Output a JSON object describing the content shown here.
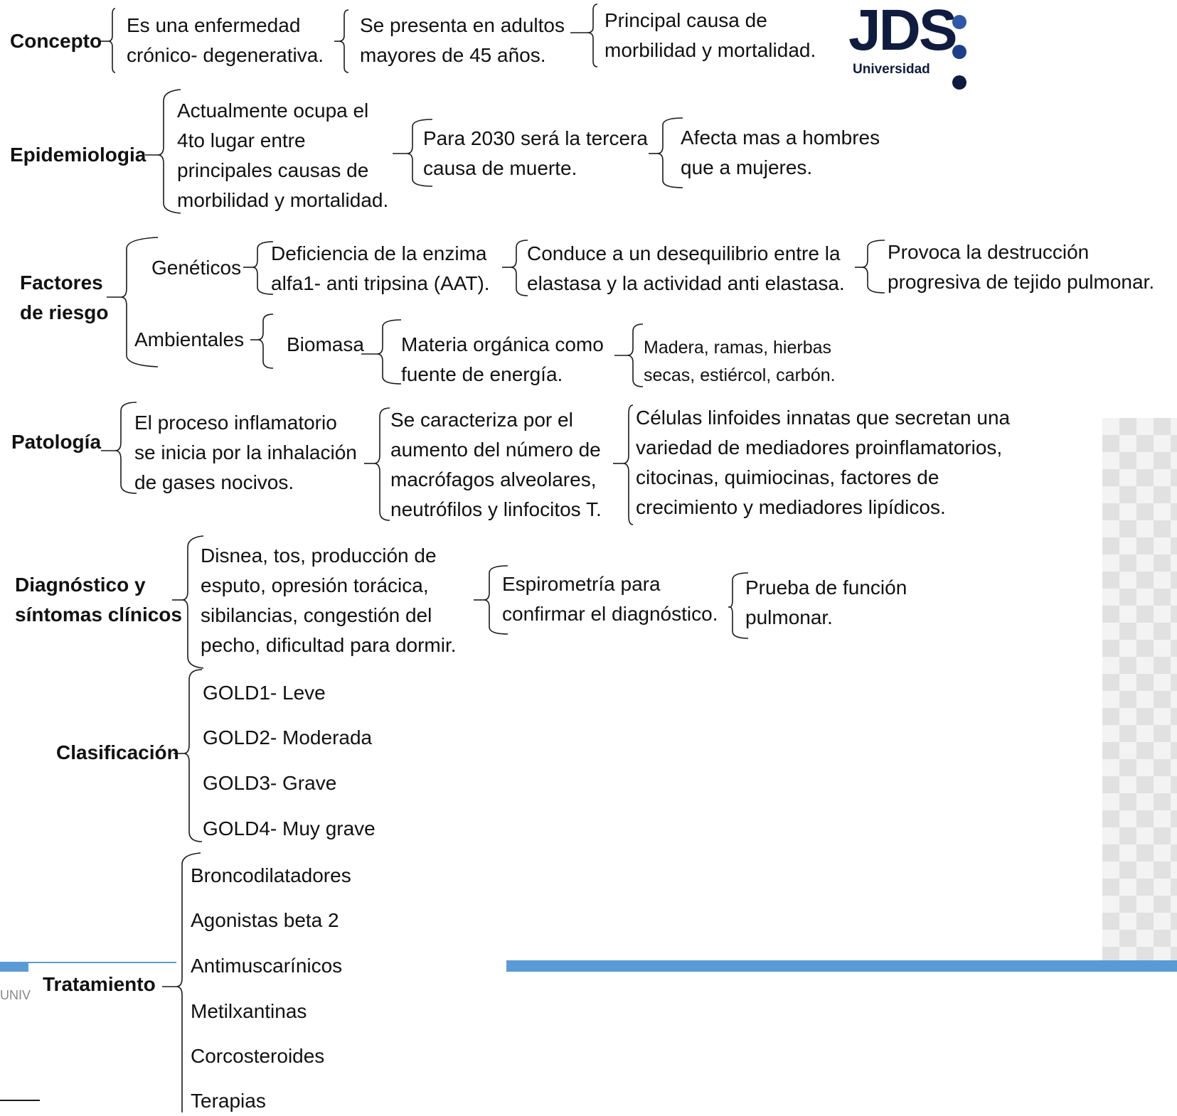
{
  "logo": {
    "text": "JDS",
    "subtitle": "Universidad",
    "dot_colors": [
      "#2e59a8",
      "#1d3f8a",
      "#0f1c3f"
    ]
  },
  "concepto": {
    "label": "Concepto",
    "n1": [
      "Es una enfermedad",
      "crónico- degenerativa."
    ],
    "n2": [
      "Se presenta en adultos",
      "mayores de 45 años."
    ],
    "n3": [
      "Principal causa de",
      "morbilidad y mortalidad."
    ]
  },
  "epidemiologia": {
    "label": "Epidemiologia",
    "n1": [
      "Actualmente ocupa el",
      "4to lugar entre",
      "principales causas de",
      "morbilidad y mortalidad."
    ],
    "n2": [
      "Para 2030 será la tercera",
      "causa de muerte."
    ],
    "n3": [
      "Afecta mas a hombres",
      "que a mujeres."
    ]
  },
  "factores": {
    "label": [
      "Factores",
      "de riesgo"
    ],
    "geneticos": {
      "label": "Genéticos",
      "n1": [
        "Deficiencia de la enzima",
        "alfa1- anti tripsina (AAT)."
      ],
      "n2": [
        "Conduce a un desequilibrio entre la",
        "elastasa y la actividad anti elastasa."
      ],
      "n3": [
        "Provoca la destrucción",
        "progresiva de tejido pulmonar."
      ]
    },
    "ambientales": {
      "label": "Ambientales",
      "n1": "Biomasa",
      "n2": [
        "Materia orgánica como",
        "fuente de energía."
      ],
      "n3": [
        "Madera, ramas, hierbas",
        "secas, estiércol, carbón."
      ]
    }
  },
  "patologia": {
    "label": "Patología",
    "n1": [
      "El proceso inflamatorio",
      "se inicia por la inhalación",
      "de gases nocivos."
    ],
    "n2": [
      "Se caracteriza por el",
      "aumento del número de",
      "macrófagos alveolares,",
      "neutrófilos y linfocitos T."
    ],
    "n3": [
      "Células linfoides innatas que secretan una",
      "variedad de mediadores proinflamatorios,",
      "citocinas, quimiocinas, factores de",
      "crecimiento y mediadores lipídicos."
    ]
  },
  "diagnostico": {
    "label": [
      "Diagnóstico y",
      "síntomas clínicos"
    ],
    "n1": [
      "Disnea, tos, producción de",
      "esputo, opresión torácica,",
      "sibilancias, congestión del",
      "pecho, dificultad para dormir."
    ],
    "n2": [
      "Espirometría para",
      "confirmar el diagnóstico."
    ],
    "n3": [
      "Prueba de función",
      "pulmonar."
    ]
  },
  "clasificacion": {
    "label": "Clasificación",
    "items": [
      "GOLD1- Leve",
      "GOLD2- Moderada",
      "GOLD3- Grave",
      "GOLD4- Muy grave"
    ]
  },
  "tratamiento": {
    "label": "Tratamiento",
    "items": [
      "Broncodilatadores",
      "Agonistas beta 2",
      "Antimuscarínicos",
      "Metilxantinas",
      "Corcosteroides",
      "Terapias"
    ]
  },
  "footer": {
    "text": "UNIV"
  }
}
